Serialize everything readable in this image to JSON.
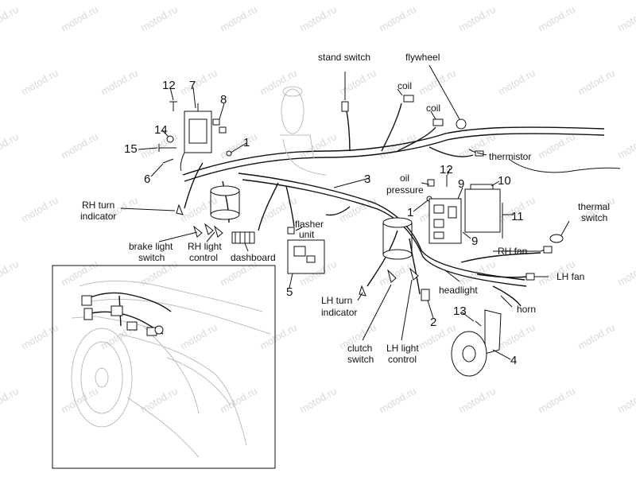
{
  "watermark": "motod.ru",
  "callouts": {
    "n1a": "1",
    "n1b": "1",
    "n2": "2",
    "n3": "3",
    "n4": "4",
    "n5": "5",
    "n6": "6",
    "n7": "7",
    "n8": "8",
    "n9a": "9",
    "n9b": "9",
    "n10": "10",
    "n11": "11",
    "n12a": "12",
    "n12b": "12",
    "n13": "13",
    "n14": "14",
    "n15": "15"
  },
  "labels": {
    "stand_switch": "stand switch",
    "flywheel": "flywheel",
    "coil_1": "coil",
    "coil_2": "coil",
    "thermistor": "thermistor",
    "oil_pressure_1": "oil",
    "oil_pressure_2": "pressure",
    "thermal_switch_1": "thermal",
    "thermal_switch_2": "switch",
    "rh_turn_1": "RH turn",
    "rh_turn_2": "indicator",
    "brake_switch_1": "brake light",
    "brake_switch_2": "switch",
    "rh_light_1": "RH light",
    "rh_light_2": "control",
    "dashboard": "dashboard",
    "flasher_1": "flasher",
    "flasher_2": "unit",
    "rh_fan": "RH fan",
    "lh_fan": "LH fan",
    "headlight": "headlight",
    "horn": "horn",
    "lh_turn_1": "LH turn",
    "lh_turn_2": "indicator",
    "clutch_1": "clutch",
    "clutch_2": "switch",
    "lh_light_1": "LH light",
    "lh_light_2": "control"
  }
}
